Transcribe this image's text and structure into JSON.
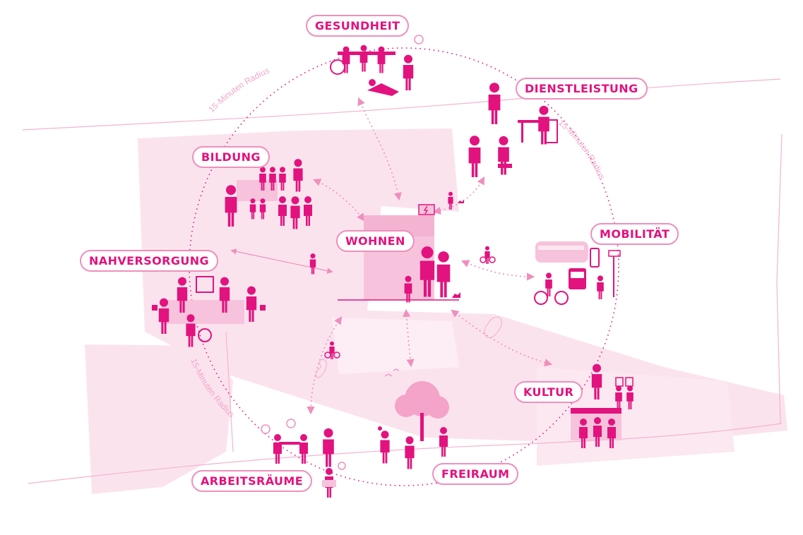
{
  "labels": {
    "gesundheit": "GESUNDHEIT",
    "dienstleistung": "DIENSTLEISTUNG",
    "bildung": "BILDUNG",
    "wohnen": "WOHNEN",
    "mobilitaet": "MOBILITÄT",
    "nahversorgung": "NAHVERSORGUNG",
    "kultur": "KULTUR",
    "freiraum": "FREIRAUM",
    "arbeitsraeume": "ARBEITSRÄUME"
  },
  "radius_labels": {
    "top_left": "15-Minuten Radius",
    "right": "15-Minuten Radius",
    "bottom_left": "15-Minuten Radius"
  },
  "colors": {
    "magenta": "#e2127e",
    "pill_border": "#ee8fbd",
    "light_pink": "#f7c3dc",
    "area_pink": "#fbe3ee",
    "line_pink": "#f2a6c9"
  },
  "icons": [
    "health-care-icon",
    "service-workers-icon",
    "classroom-icon",
    "family-home-icon",
    "mobility-icon",
    "market-stall-icon",
    "culture-stage-icon",
    "park-tree-icon",
    "coworking-icon",
    "walker-icon",
    "cyclist-icon",
    "dog-walker-icon",
    "solar-panel-icon"
  ]
}
